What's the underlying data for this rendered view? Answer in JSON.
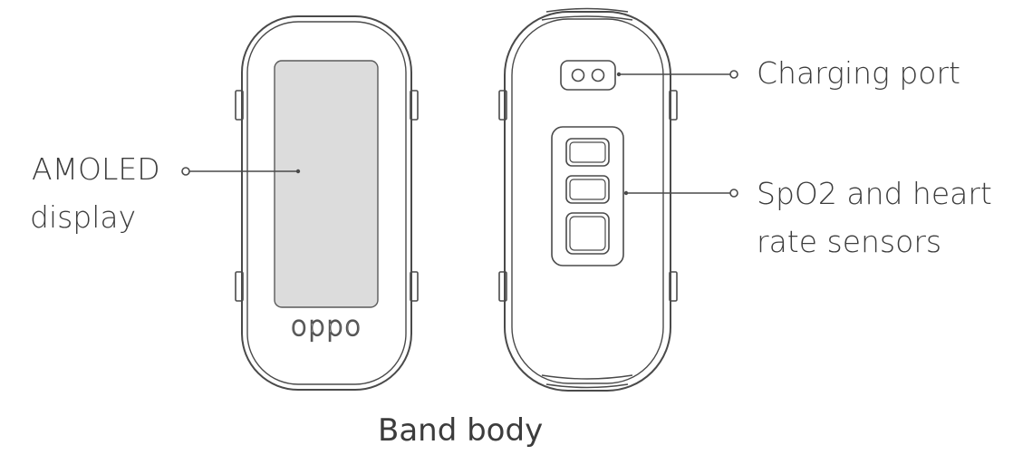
{
  "brand_text": "oppo",
  "labels": {
    "display_line1": "AMOLED",
    "display_line2": "display",
    "charging_port": "Charging port",
    "sensors_line1": "SpO2 and heart",
    "sensors_line2": "rate sensors"
  },
  "caption": "Band body",
  "colors": {
    "stroke": "#4a4a4a",
    "screen_fill": "#dcdcdc",
    "text": "#3c3c3c"
  }
}
